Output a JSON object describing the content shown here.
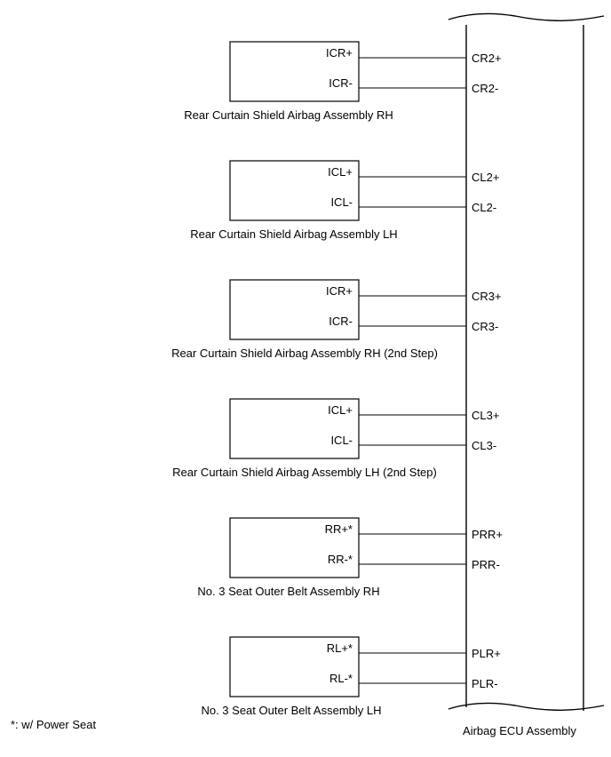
{
  "ecu": {
    "label": "Airbag ECU Assembly"
  },
  "footnote": "*: w/ Power Seat",
  "components": [
    {
      "name": "Rear Curtain Shield Airbag Assembly RH",
      "pins": [
        {
          "label": "ICR+",
          "ecu_pin": "CR2+"
        },
        {
          "label": "ICR-",
          "ecu_pin": "CR2-"
        }
      ]
    },
    {
      "name": "Rear Curtain Shield Airbag Assembly LH",
      "pins": [
        {
          "label": "ICL+",
          "ecu_pin": "CL2+"
        },
        {
          "label": "ICL-",
          "ecu_pin": "CL2-"
        }
      ]
    },
    {
      "name": "Rear Curtain Shield Airbag Assembly RH (2nd Step)",
      "pins": [
        {
          "label": "ICR+",
          "ecu_pin": "CR3+"
        },
        {
          "label": "ICR-",
          "ecu_pin": "CR3-"
        }
      ]
    },
    {
      "name": "Rear Curtain Shield Airbag Assembly LH (2nd Step)",
      "pins": [
        {
          "label": "ICL+",
          "ecu_pin": "CL3+"
        },
        {
          "label": "ICL-",
          "ecu_pin": "CL3-"
        }
      ]
    },
    {
      "name": "No. 3 Seat Outer Belt Assembly RH",
      "pins": [
        {
          "label": "RR+*",
          "ecu_pin": "PRR+"
        },
        {
          "label": "RR-*",
          "ecu_pin": "PRR-"
        }
      ]
    },
    {
      "name": "No. 3 Seat Outer Belt Assembly LH",
      "pins": [
        {
          "label": "RL+*",
          "ecu_pin": "PLR+"
        },
        {
          "label": "RL-*",
          "ecu_pin": "PLR-"
        }
      ]
    }
  ]
}
